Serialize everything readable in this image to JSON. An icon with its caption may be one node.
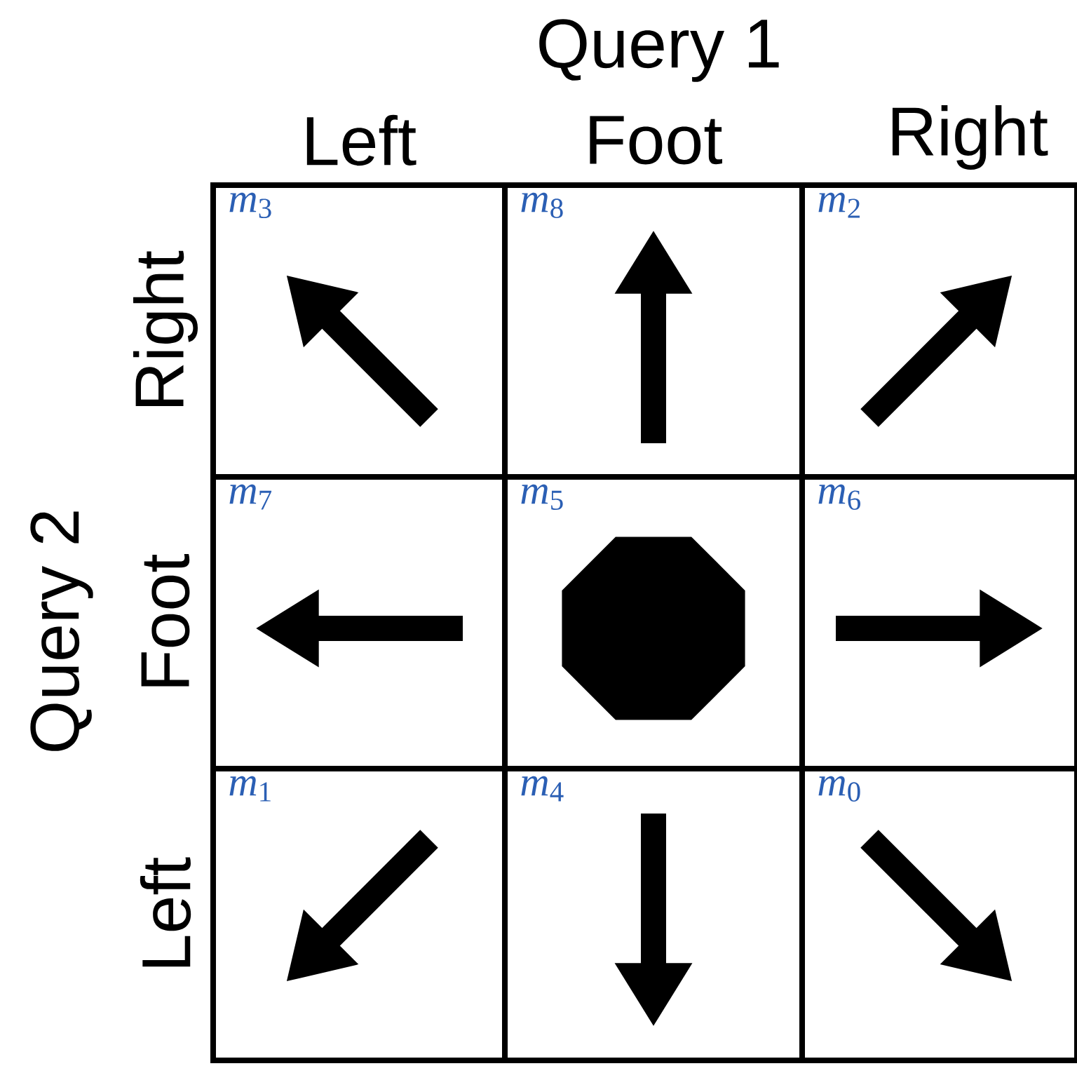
{
  "diagram": {
    "nodes": [
      {
        "text": [
          "*m*$_{3}$"
        ]
      },
      {
        "text": [
          "*m*$_{8}$"
        ]
      },
      {
        "text": [
          "*m*$_{2}$"
        ]
      },
      {
        "text": [
          "*m*$_{7}$"
        ]
      },
      {
        "text": [
          "*m*$_{5}$"
        ]
      },
      {
        "text": [
          "*m*$_{6}$"
        ]
      },
      {
        "text": [
          "*m*$_{1}$"
        ]
      },
      {
        "text": [
          "*m*$_{4}$"
        ]
      },
      {
        "text": [
          "*m*$_{0}$"
        ]
      }
    ],
    "labels": [
      "Query 1",
      "Left",
      "Foot",
      "Right",
      "Query 2",
      "Right",
      "Foot",
      "Left"
    ]
  }
}
